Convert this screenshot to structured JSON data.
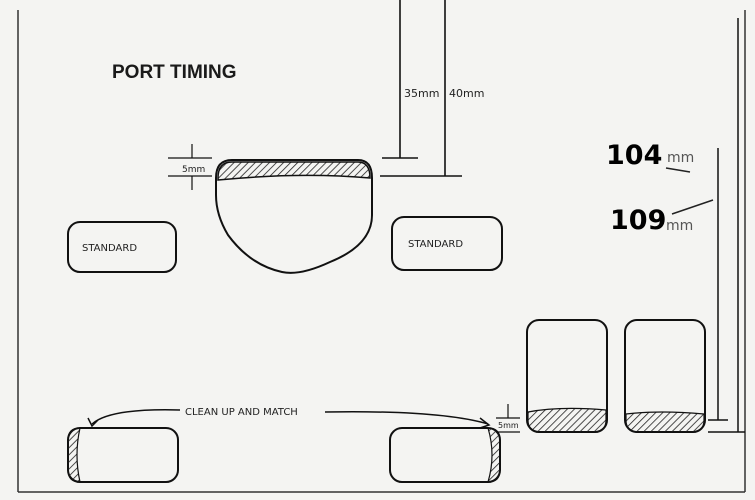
{
  "title": "PORT TIMING",
  "dimensions": {
    "top_short": "35mm",
    "top_long": "40mm",
    "hatch_top": "5mm",
    "hatch_bottom": "5mm"
  },
  "ports": {
    "standard_left": "STANDARD",
    "standard_right": "STANDARD"
  },
  "note": "CLEAN UP AND MATCH",
  "callouts": [
    {
      "value": "104",
      "unit": "mm"
    },
    {
      "value": "109",
      "unit": "mm"
    }
  ],
  "colors": {
    "ink": "#1a1a1a",
    "paper": "#f4f4f2"
  }
}
